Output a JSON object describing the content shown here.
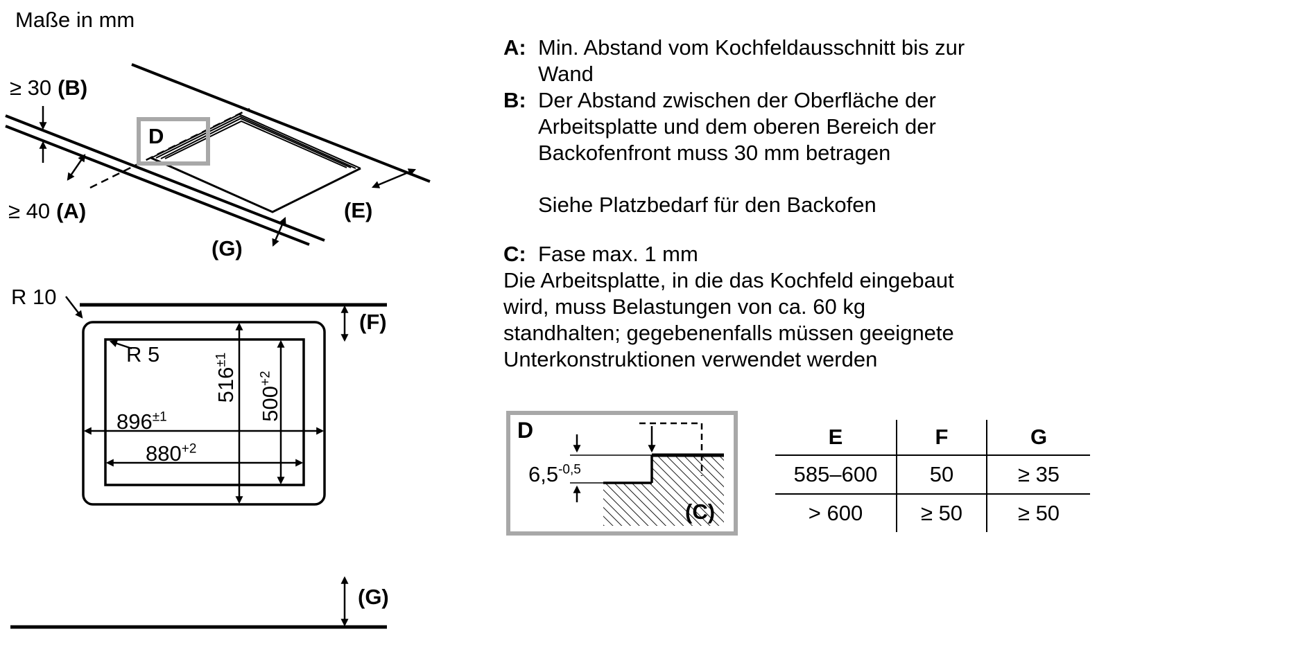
{
  "title": "Maße in mm",
  "iso": {
    "dim_b_value": "≥ 30",
    "dim_b_key": "(B)",
    "dim_a_value": "≥ 40",
    "dim_a_key": "(A)",
    "detail_label": "D",
    "dim_e_label": "(E)",
    "dim_g_label": "(G)"
  },
  "plan": {
    "radius_outer": "R 10",
    "radius_inner": "R 5",
    "height_outer": {
      "value": "516",
      "tol": "±1"
    },
    "height_inner": {
      "value": "500",
      "tol": "+2"
    },
    "width_outer": {
      "value": "896",
      "tol": "±1"
    },
    "width_inner": {
      "value": "880",
      "tol": "+2"
    },
    "dim_f_label": "(F)",
    "dim_g_label": "(G)"
  },
  "notes": {
    "items": [
      {
        "key": "A:",
        "lines": [
          "Min. Abstand vom Kochfeldausschnitt bis zur",
          "Wand"
        ]
      },
      {
        "key": "B:",
        "lines": [
          "Der Abstand zwischen der Oberfläche der",
          "Arbeitsplatte und dem oberen Bereich der",
          "Backofenfront muss 30 mm betragen"
        ]
      }
    ],
    "see_note": "Siehe Platzbedarf für den Backofen",
    "c_key": "C:",
    "c_text": "Fase max. 1 mm",
    "paragraph_lines": [
      "Die Arbeitsplatte, in die das Kochfeld eingebaut",
      "wird, muss Belastungen von ca. 60 kg",
      "standhalten; gegebenenfalls müssen geeignete",
      "Unterkonstruktionen verwendet werden"
    ]
  },
  "detail": {
    "label": "D",
    "dim_value": "6,5",
    "dim_tol": "-0,5",
    "chamfer_label": "(C)"
  },
  "table": {
    "headers": [
      "E",
      "F",
      "G"
    ],
    "rows": [
      [
        "585–600",
        "50",
        "≥ 35"
      ],
      [
        "> 600",
        "≥ 50",
        "≥ 50"
      ]
    ]
  },
  "colors": {
    "detail_border": "#a8a8a8",
    "line": "#000000"
  }
}
